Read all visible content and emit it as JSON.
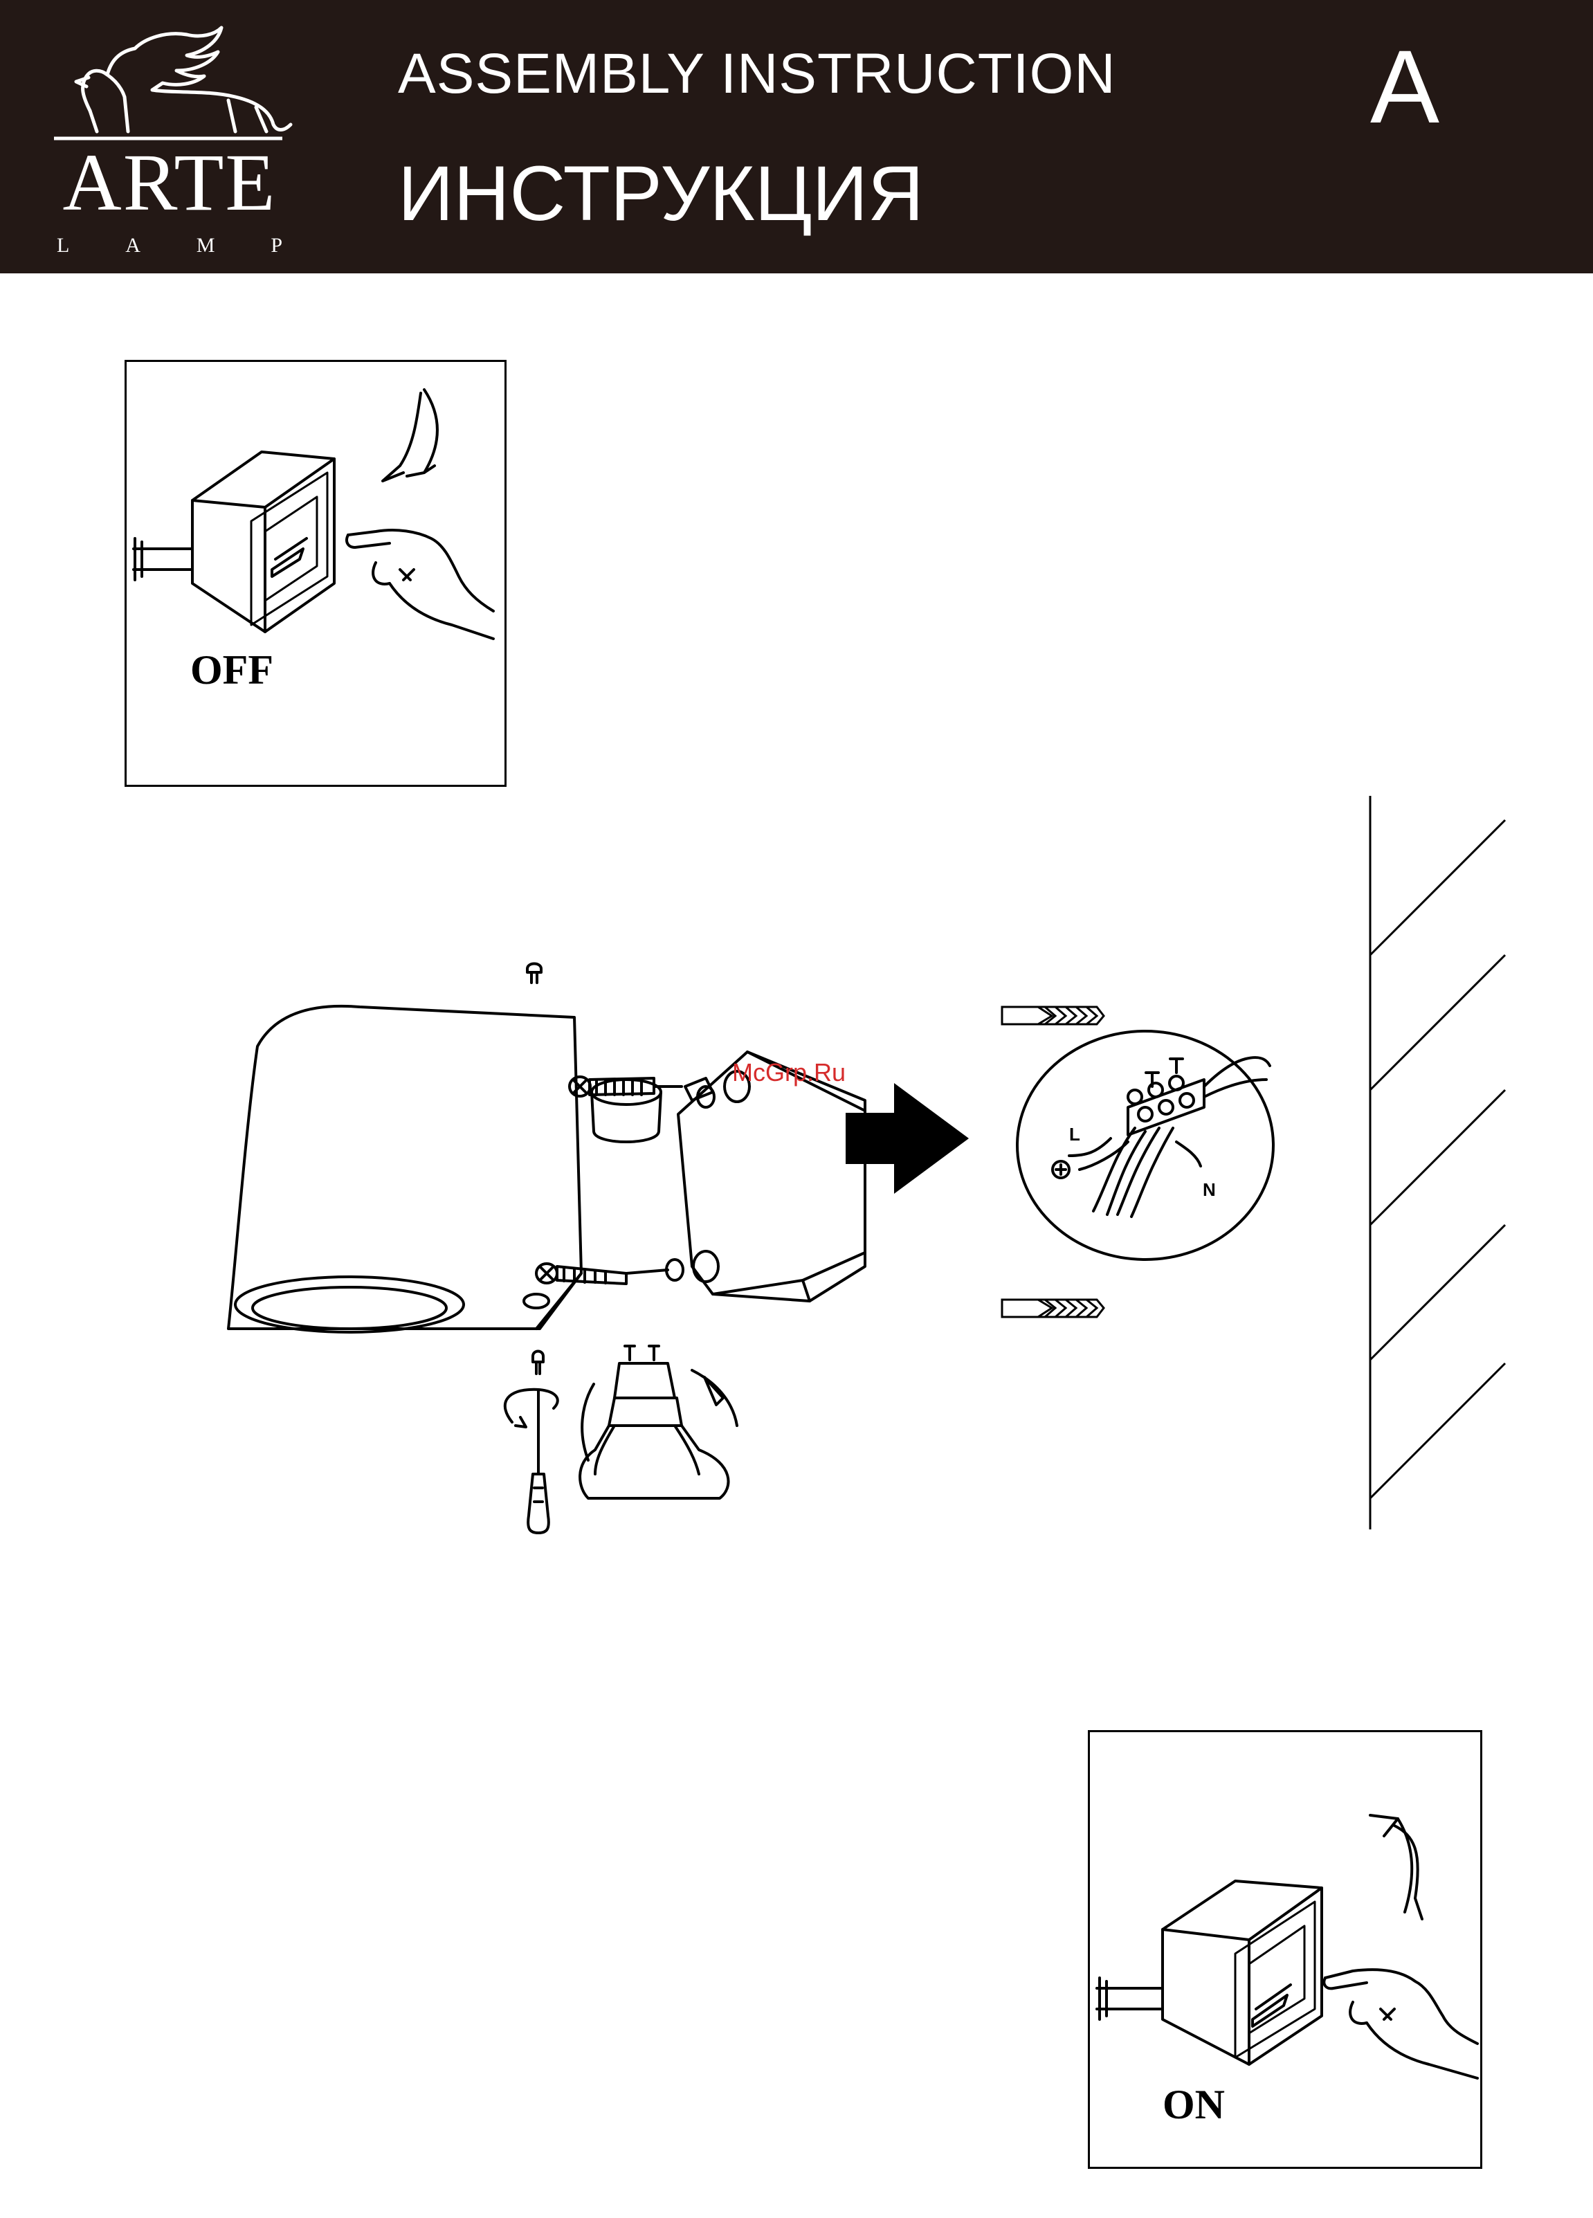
{
  "header": {
    "brand_name": "ARTE",
    "brand_sub": [
      "L",
      "A",
      "M",
      "P"
    ],
    "title_en": "ASSEMBLY  INSTRUCTION",
    "title_ru": "ИНСТРУКЦИЯ",
    "page_letter": "A"
  },
  "step_off": {
    "label": "OFF"
  },
  "step_on": {
    "label": "ON"
  },
  "wiring": {
    "live_label": "L",
    "neutral_label": "N"
  },
  "watermark": "McGrp.Ru",
  "colors": {
    "header_bg": "#231815",
    "watermark": "#d62c2c"
  }
}
